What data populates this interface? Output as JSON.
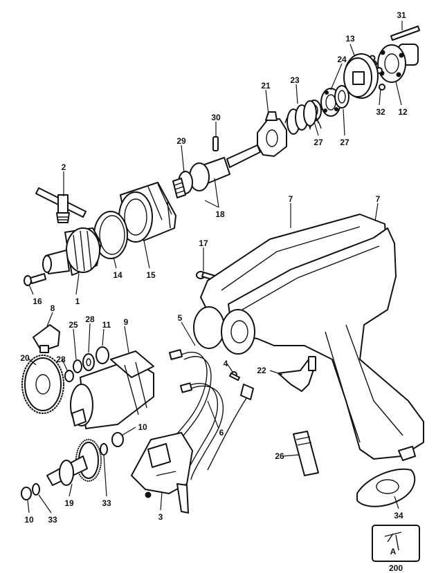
{
  "callouts": {
    "c1": "1",
    "c2": "2",
    "c3": "3",
    "c4": "4",
    "c5": "5",
    "c6": "6",
    "c7a": "7",
    "c7b": "7",
    "c8": "8",
    "c9": "9",
    "c10a": "10",
    "c10b": "10",
    "c11": "11",
    "c12": "12",
    "c13": "13",
    "c14": "14",
    "c15": "15",
    "c16": "16",
    "c17": "17",
    "c18": "18",
    "c19": "19",
    "c20": "20",
    "c21": "21",
    "c22": "22",
    "c23": "23",
    "c24": "24",
    "c25": "25",
    "c26": "26",
    "c27a": "27",
    "c27b": "27",
    "c28a": "28",
    "c28b": "28",
    "c29": "29",
    "c30": "30",
    "c31": "31",
    "c32": "32",
    "c33a": "33",
    "c33b": "33",
    "c34": "34"
  },
  "reference": "200",
  "reference_box_glyph": "A"
}
